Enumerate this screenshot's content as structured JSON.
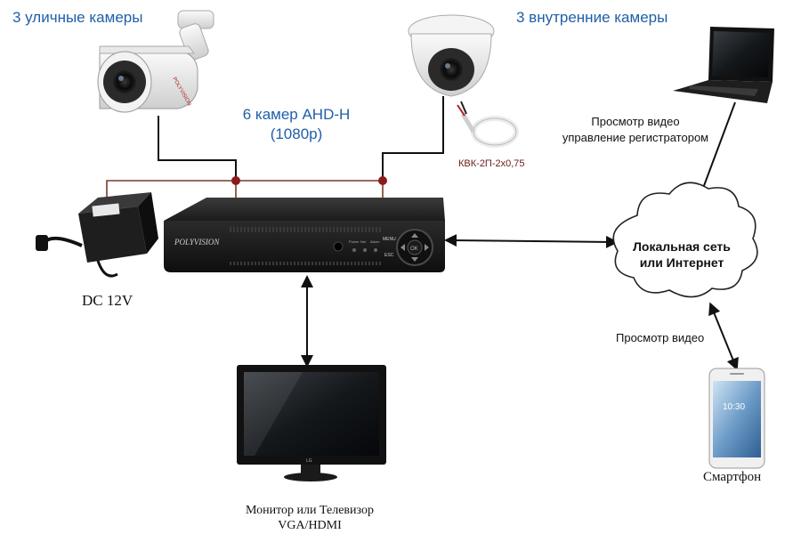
{
  "labels": {
    "outdoor_cameras": "3 уличные камеры",
    "indoor_cameras": "3 внутренние камеры",
    "total_cameras_line1": "6 камер AHD-H",
    "total_cameras_line2": "(1080p)",
    "cable": "КВК-2П-2х0,75",
    "power": "DC 12V",
    "laptop_line1": "Просмотр видео",
    "laptop_line2": "управление регистратором",
    "network_line1": "Локальная сеть",
    "network_line2": "или Интернет",
    "phone_view": "Просмотр видео",
    "phone": "Смартфон",
    "monitor_line1": "Монитор или Телевизор",
    "monitor_line2": "VGA/HDMI"
  },
  "dvr": {
    "brand": "POLYVISION",
    "buttons": [
      "Power",
      "Net",
      "Alarm"
    ],
    "menu": "MENU",
    "esc": "ESC",
    "ok": "OK"
  },
  "monitor_brand": "LG",
  "phone_clock": "10:30",
  "colors": {
    "label_blue": "#1f5fa8",
    "cable_line": "#7a3a2a",
    "junction": "#8b1a1a",
    "device_dark": "#1a1a1a"
  }
}
